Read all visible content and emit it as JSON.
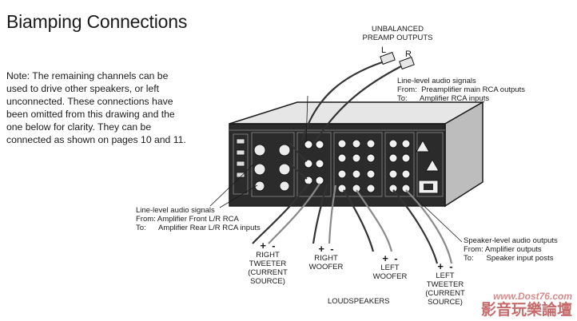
{
  "page": {
    "title": "Biamping Connections",
    "note": "      Note: The remaining channels can be used to drive other speakers, or left unconnected. These connections have been omitted from this drawing and the one below for clarity. They can be connected as shown on pages 10 and 11."
  },
  "preamp": {
    "title": "UNBALANCED\nPREAMP OUTPUTS",
    "left": "L",
    "right": "R"
  },
  "callouts": {
    "line_level_main": {
      "heading": "Line-level audio signals",
      "from": "From:  Preamplifier main RCA outputs",
      "to": "To:      Amplifier RCA inputs"
    },
    "line_level_front_rear": {
      "heading": "Line-level audio signals",
      "from": "From: Amplifier Front L/R RCA",
      "to": "To:      Amplifier Rear L/R RCA inputs"
    },
    "speaker_level": {
      "heading": "Speaker-level audio outputs",
      "from": "From: Amplifier outputs",
      "to": "To:      Speaker input posts"
    }
  },
  "speakers": [
    {
      "polarity": "+  -",
      "label": "RIGHT\nTWEETER\n(CURRENT\nSOURCE)"
    },
    {
      "polarity": "+  -",
      "label": "RIGHT\nWOOFER"
    },
    {
      "polarity": "+  -",
      "label": "LEFT\nWOOFER"
    },
    {
      "polarity": "+  -",
      "label": "LEFT\nTWEETER\n(CURRENT\nSOURCE)"
    }
  ],
  "loudspeakers_label": "LOUDSPEAKERS",
  "watermark": {
    "url": "www.Dost76.com",
    "text": "影音玩樂論壇"
  },
  "colors": {
    "ink": "#1a1a1a",
    "chassis_top": "#e6e6e6",
    "chassis_side": "#bdbdbd",
    "panel": "#2b2b2b",
    "cable": "#333333",
    "cable_light": "#8a8a8a",
    "watermark": "#b23a3a"
  }
}
